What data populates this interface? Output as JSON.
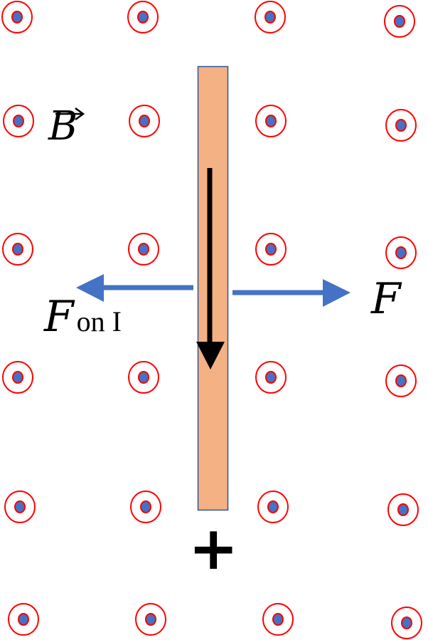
{
  "labels": {
    "magnetic_field": "B",
    "force_right": "F",
    "force_left_main": "F",
    "force_left_subscript": "on I",
    "terminal_sign": "+"
  },
  "colors": {
    "field_ring": "#ff0000",
    "field_dot": "#4472c4",
    "conductor_fill": "#f4b183",
    "conductor_border": "#2f5597",
    "force_arrow": "#4472c4",
    "current_arrow": "#000000"
  },
  "field": {
    "direction": "out-of-page",
    "rows": 6,
    "columns": 4
  }
}
